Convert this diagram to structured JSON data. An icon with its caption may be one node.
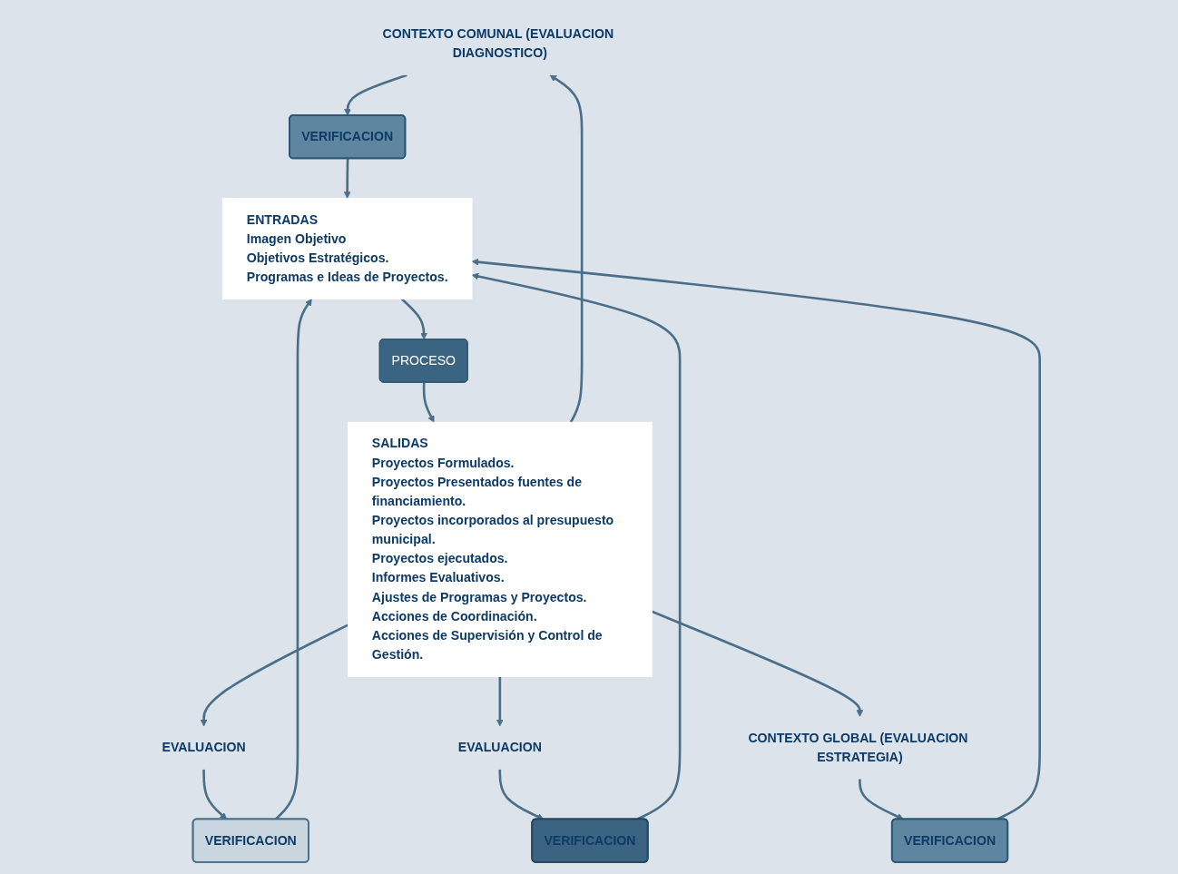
{
  "diagram": {
    "nodes": [
      {
        "text": [
          "CONTEXTO COMUNAL (EVALUACION DIAGNOSTICO)"
        ]
      },
      {
        "text": [
          "VERIFICACION"
        ]
      },
      {
        "text": [
          "EVALUACION"
        ]
      },
      {
        "text": [
          "VERIFICACION"
        ]
      },
      {
        "text": [
          "ENTRADAS",
          "Imagen Objetivo",
          "Objetivos Estratégicos.",
          "Programas e Ideas de Proyectos."
        ]
      },
      {
        "text": [
          "PROCESO"
        ]
      },
      {
        "text": [
          "SALIDAS",
          "Proyectos Formulados.",
          "Proyectos Presentados fuentes de financiamiento.",
          "Proyectos incorporados al presupuesto municipal.",
          "Proyectos ejecutados.",
          "Informes Evaluativos.",
          "Ajustes de Programas y Proyectos.",
          "Acciones de Coordinación.",
          "Acciones de Supervisión y Control de Gestión."
        ]
      },
      {
        "text": [
          "EVALUACION"
        ]
      },
      {
        "text": [
          "VERIFICACION"
        ]
      },
      {
        "text": [
          "CONTEXTO GLOBAL (EVALUACION ESTRATEGIA)"
        ]
      },
      {
        "text": [
          "VERIFICACION"
        ]
      }
    ],
    "edges": [
      {
        "from": 0,
        "to": 1,
        "arrow": "to"
      },
      {
        "from": 1,
        "to": 4,
        "arrow": "to"
      },
      {
        "from": 2,
        "to": 3,
        "arrow": "to"
      },
      {
        "from": 3,
        "to": 4,
        "arrow": "to"
      },
      {
        "from": 4,
        "to": 5,
        "arrow": "to"
      },
      {
        "from": 5,
        "to": 6,
        "arrow": "to"
      },
      {
        "from": 6,
        "to": 2,
        "arrow": "to"
      },
      {
        "from": 6,
        "to": 7,
        "arrow": "to"
      },
      {
        "from": 7,
        "to": 8,
        "arrow": "to"
      },
      {
        "from": 8,
        "to": 4,
        "arrow": "to"
      },
      {
        "from": 6,
        "to": 0,
        "arrow": "to"
      },
      {
        "from": 6,
        "to": 9,
        "arrow": "to"
      },
      {
        "from": 9,
        "to": 10,
        "arrow": "to"
      },
      {
        "from": 10,
        "to": 4,
        "arrow": "to"
      }
    ]
  }
}
